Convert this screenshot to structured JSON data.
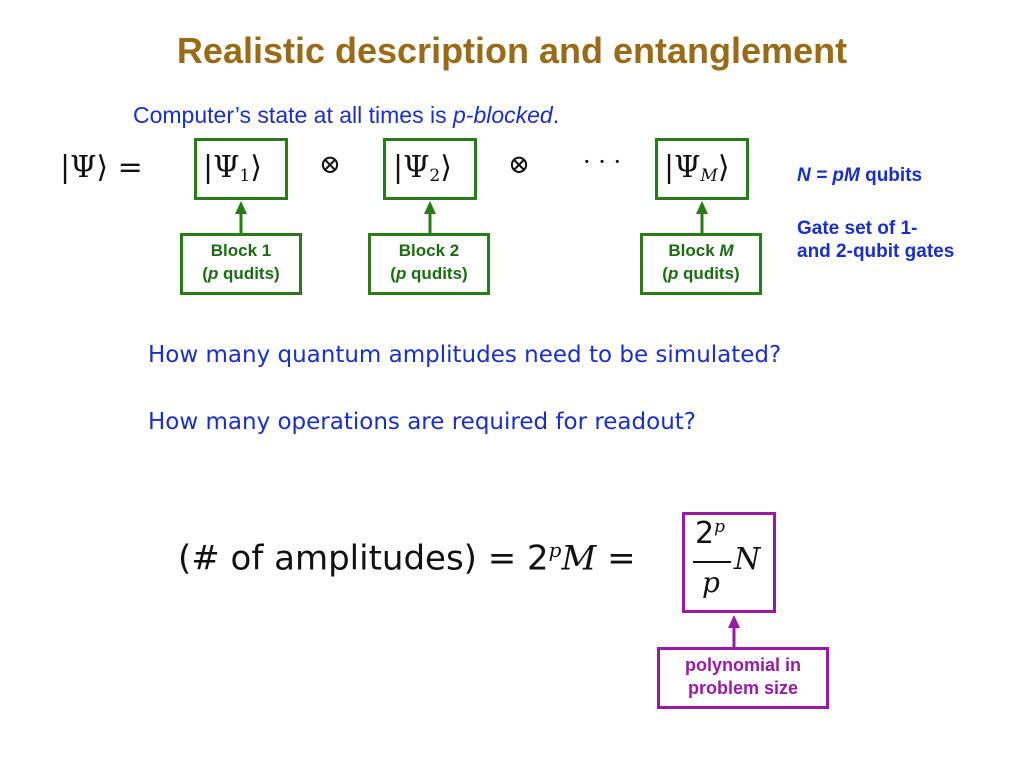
{
  "slide": {
    "title": "Realistic description and entanglement",
    "subtitle_prefix": "Computer’s state at all times is ",
    "subtitle_emph": "p-blocked",
    "subtitle_suffix": "."
  },
  "equation": {
    "lhs": "|Ψ⟩ =",
    "psi_prefix": "|Ψ",
    "psi_suffix": "⟩",
    "block1_index": "1",
    "block2_index": "2",
    "blockM_index": "M",
    "tensor": "⊗",
    "ellipsis": "· · ·"
  },
  "blocks": [
    {
      "line1_prefix": "Block ",
      "line1_emph": "",
      "line1_plain": "1",
      "line2_open": "(",
      "line2_emph": "p",
      "line2_rest": " qudits)"
    },
    {
      "line1_prefix": "Block ",
      "line1_emph": "",
      "line1_plain": "2",
      "line2_open": "(",
      "line2_emph": "p",
      "line2_rest": " qudits)"
    },
    {
      "line1_prefix": "Block ",
      "line1_emph": "M",
      "line1_plain": "",
      "line2_open": "(",
      "line2_emph": "p",
      "line2_rest": " qudits)"
    }
  ],
  "notes": {
    "qubits_emph": "N = pM",
    "qubits_rest": " qubits",
    "gate_set_line1": "Gate set of  1-",
    "gate_set_line2": "and 2-qubit gates"
  },
  "questions": {
    "q1": "How many quantum amplitudes need to be simulated?",
    "q2": "How many operations are required for readout?"
  },
  "formula": {
    "lhs": "(# of amplitudes) = 2",
    "exp": "p",
    "var_m": "M",
    "equals": " =",
    "num_base": "2",
    "num_exp": "p",
    "den": "p",
    "var_n": "N"
  },
  "annotation": {
    "line1": "polynomial in",
    "line2": "problem size"
  },
  "colors": {
    "title": "#9a6b16",
    "text_blue": "#1a2fc9",
    "green": "#2a7a1a",
    "purple": "#9a1aa8"
  }
}
